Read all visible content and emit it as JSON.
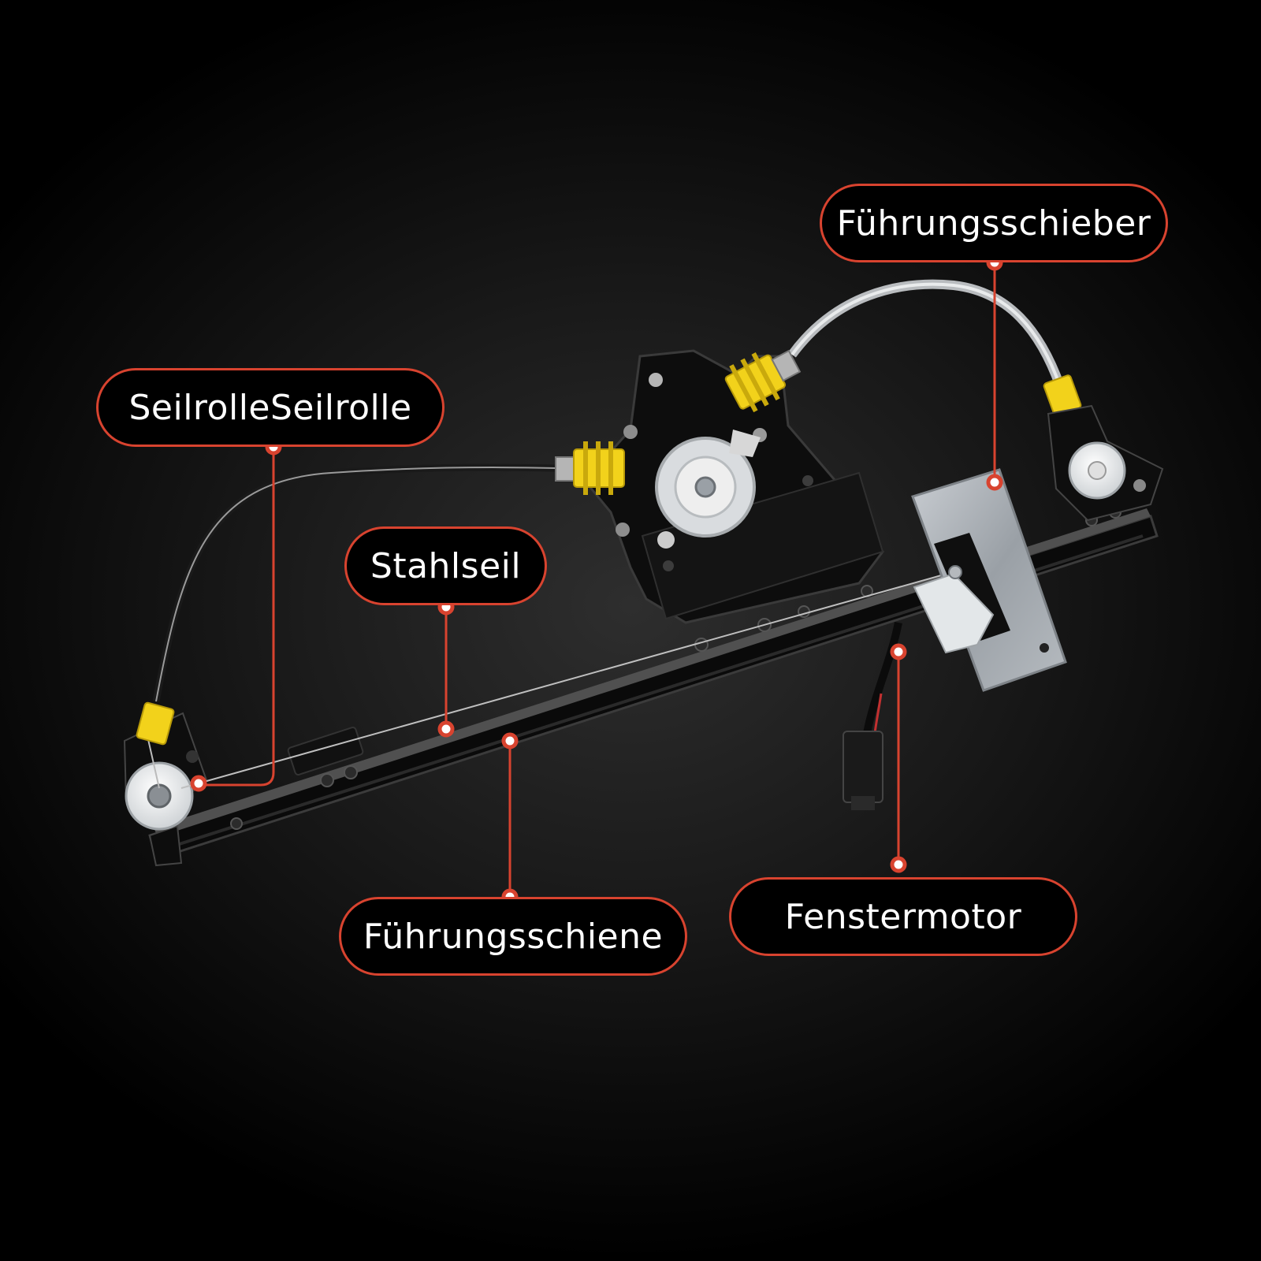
{
  "colors": {
    "accent": "#d8432f",
    "background": "#000000",
    "label_text": "#ffffff",
    "connector_yellow": "#f2d21b"
  },
  "callouts": {
    "pulley": "SeilrolleSeilrolle",
    "cable": "Stahlseil",
    "slider": "Führungsschieber",
    "rail": "Führungsschiene",
    "motor": "Fenstermotor"
  }
}
